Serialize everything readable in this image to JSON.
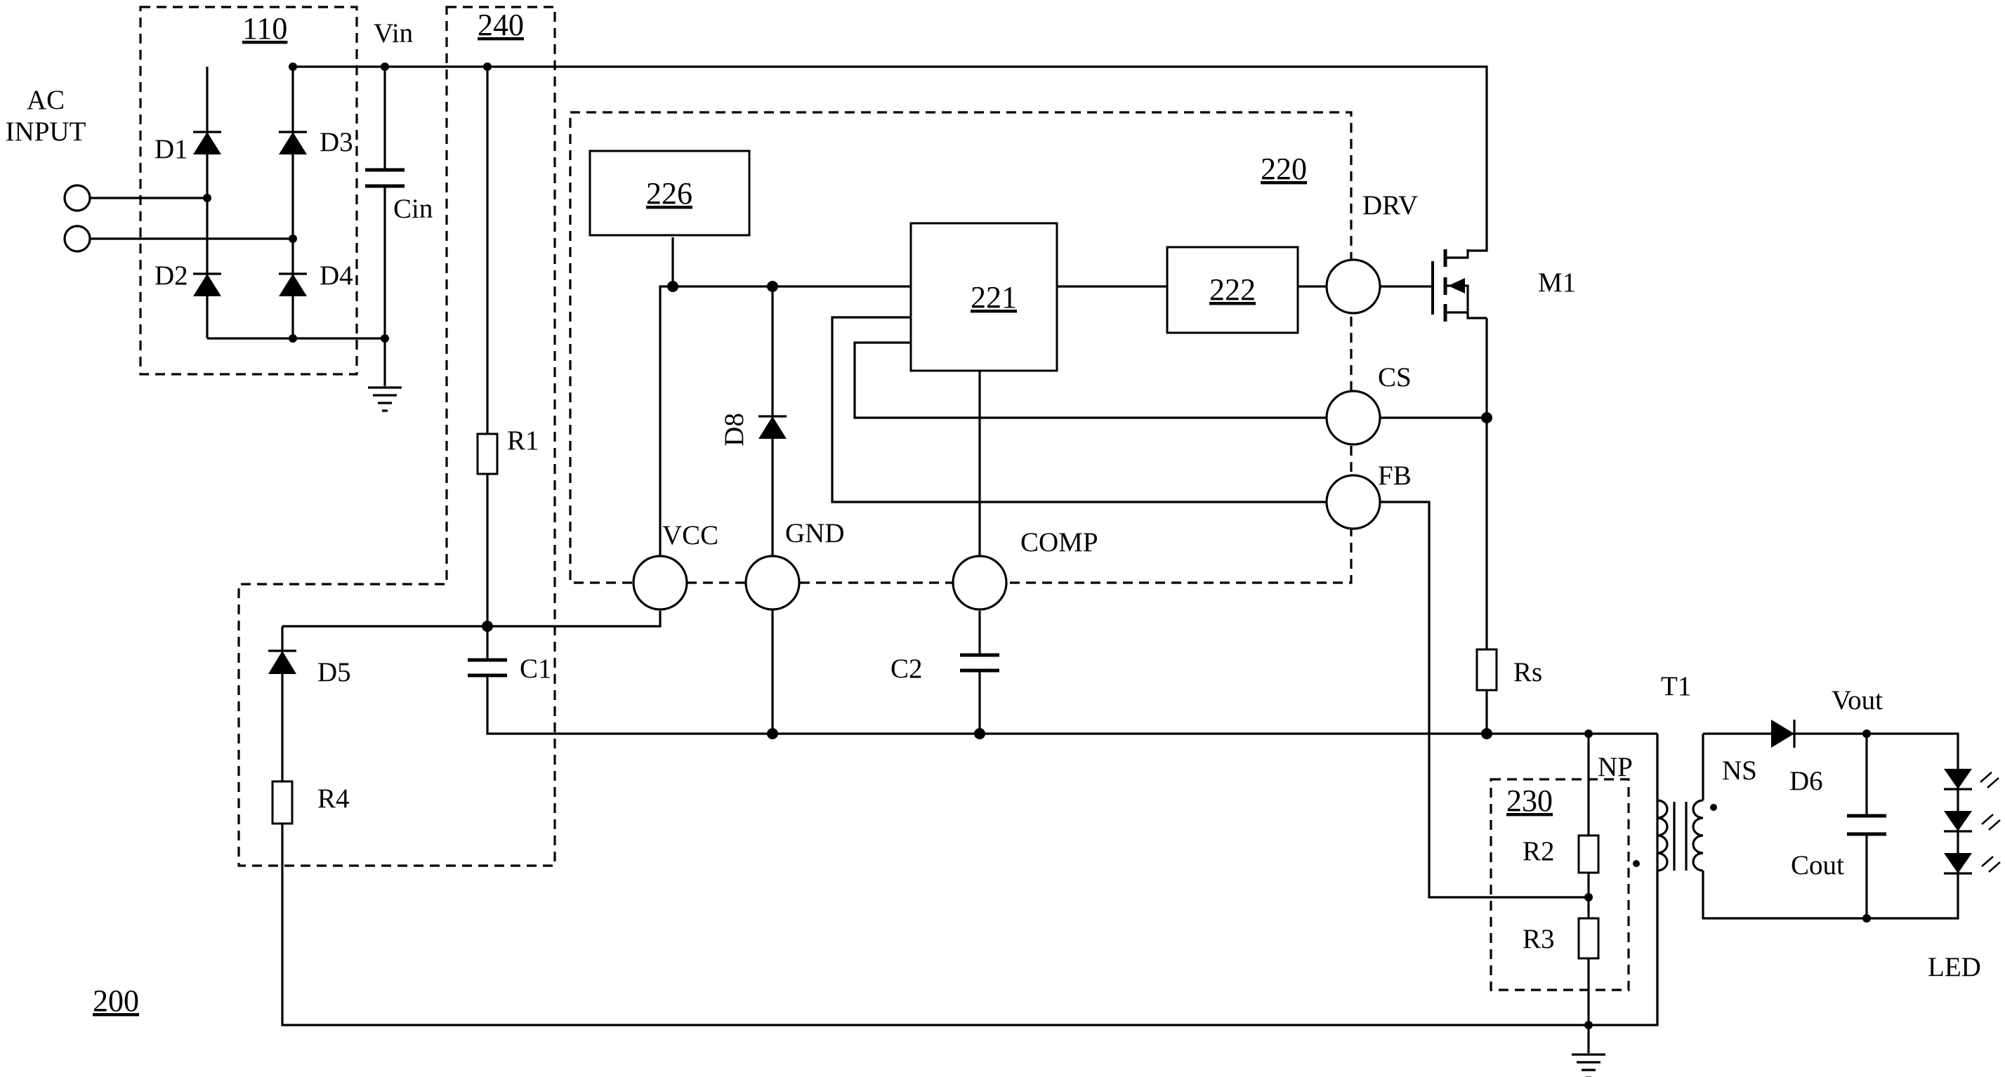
{
  "blocks": {
    "rectifier": "110",
    "startup": "240",
    "controller": "220",
    "sampling": "230",
    "circuit": "200",
    "block_226": "226",
    "block_221": "221",
    "block_222": "222"
  },
  "labels": {
    "ac_input_line1": "AC",
    "ac_input_line2": "INPUT",
    "vin": "Vin",
    "vout": "Vout",
    "led": "LED",
    "d1": "D1",
    "d2": "D2",
    "d3": "D3",
    "d4": "D4",
    "d5": "D5",
    "d6": "D6",
    "d8": "D8",
    "cin": "Cin",
    "c1": "C1",
    "c2": "C2",
    "cout": "Cout",
    "r1": "R1",
    "r2": "R2",
    "r3": "R3",
    "r4": "R4",
    "rs": "Rs",
    "m1": "M1",
    "t1": "T1",
    "np": "NP",
    "ns": "NS"
  },
  "pins": {
    "drv": "DRV",
    "cs": "CS",
    "fb": "FB",
    "vcc": "VCC",
    "gnd": "GND",
    "comp": "COMP"
  }
}
